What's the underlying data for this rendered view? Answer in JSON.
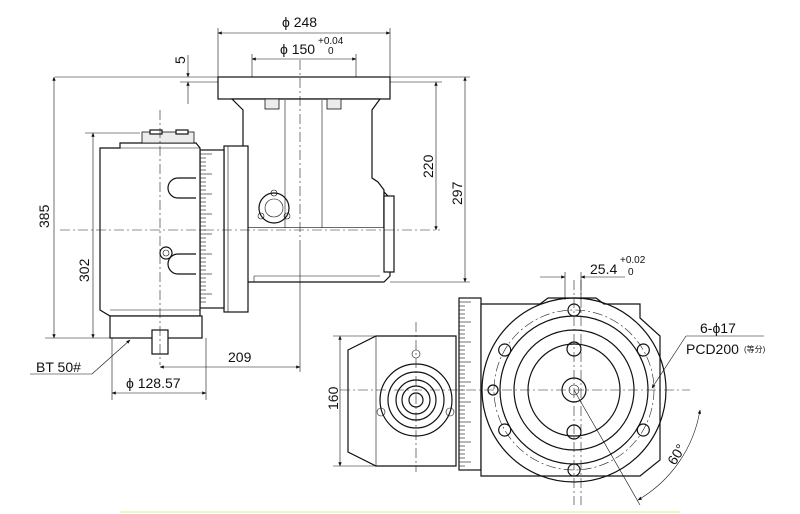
{
  "dimensions": {
    "flange_diameter": "ϕ 248",
    "pilot_diameter": "ϕ 150",
    "pilot_tol_upper": "+0.04",
    "pilot_tol_lower": "0",
    "flange_thickness": "5",
    "height_220": "220",
    "height_297": "297",
    "height_385": "385",
    "height_302": "302",
    "length_209": "209",
    "diameter_128": "ϕ 128.57",
    "spindle_type": "BT 50#",
    "offset_25": "25.4",
    "offset_tol_upper": "+0.02",
    "offset_tol_lower": "0",
    "holes": "6-ϕ17",
    "pcd": "PCD200",
    "pcd_note": "(等分)",
    "width_160": "160",
    "angle": "60°"
  },
  "colors": {
    "line": "#111111",
    "background": "#ffffff",
    "shade": "#ececec"
  }
}
